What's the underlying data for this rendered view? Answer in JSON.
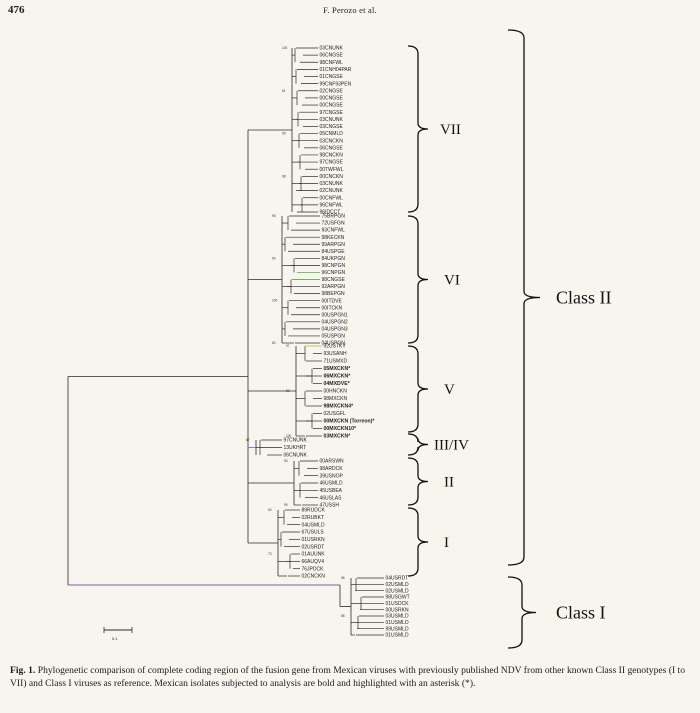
{
  "page_number": "476",
  "running_head": "F. Perozo et al.",
  "figure": {
    "leaves": {
      "VII": [
        "03CNUNK",
        "06CNGSE",
        "98CNFWL",
        "01CNH04PAR",
        "01CNGSE",
        "99CNF93PEN",
        "02CNGSE",
        "00CNGSE",
        "00CNGSE",
        "97CNGSE",
        "03CNUNK",
        "03CNGSE",
        "05CNMLD",
        "03CNCKN",
        "06CNGSE",
        "98CNCKN",
        "97CNGSE",
        "00TWFWL",
        "00CNCKN",
        "03CNUNK",
        "02CNUNK",
        "00CNFWL",
        "96CNFWL",
        "96IDCCT"
      ],
      "VI": [
        "75BRPGN",
        "72USFGN",
        "93CNFWL",
        "98KECKN",
        "99ARPGN",
        "84USPGE",
        "84UKPGN",
        "98CNPGN",
        "96CNPGN",
        "98CNGSE",
        "92ARPGN",
        "98BEPGN",
        "00ITDVE",
        "00ITCKN",
        "00USPGN1",
        "04USPGN2",
        "04USPGN3",
        "05USPGN",
        "04USPGN"
      ],
      "V": [
        "92USTKY",
        "93USANH",
        "71USMXD",
        "05MXCKN*",
        "06MXCKN*",
        "04MXDVE*",
        "00HNCKN",
        "98MXCKN",
        "98MXCKN4*",
        "02USGFL",
        "00MXCKN (Torreon)*",
        "00MXCKN10*",
        "03MXCKN*"
      ],
      "III/IV": [
        "97CNUNK",
        "13UKHRT",
        "06CNUNK"
      ],
      "II": [
        "00ARSWN",
        "98ARDCK",
        "39USNOP",
        "46USMLD",
        "45USBEA",
        "46USLAS",
        "47USSH"
      ],
      "I": [
        "89RUDCK",
        "02RUBKT",
        "04USMLD",
        "67USULS",
        "01USRKN",
        "02USRDT",
        "01AUUNK",
        "66AUQV4",
        "76JPDCK",
        "02CNCKN"
      ],
      "class_I": [
        "04USRDT",
        "02USMLD",
        "02USMLD",
        "98USGWT",
        "01USDCK",
        "00USRKN",
        "03USMLD",
        "01USMLD",
        "99USMLD",
        "01USMLD"
      ]
    },
    "genotype_labels": [
      "VII",
      "VI",
      "V",
      "III/IV",
      "II",
      "I"
    ],
    "class_labels": [
      "Class II",
      "Class I"
    ],
    "bootstrap_values": [
      "100",
      "61",
      "99",
      "98",
      "96",
      "90",
      "100",
      "82",
      "97",
      "52",
      "100",
      "67",
      "53",
      "99",
      "63",
      "73",
      "96",
      "88",
      "63",
      "100",
      "76",
      "92",
      "95",
      "55"
    ],
    "scale_bar_label": "0.1",
    "line_colors": {
      "tree": "#2a2a2a",
      "green": "#3a9a2a",
      "yellow": "#b8b020",
      "purple": "#7a5cb0"
    }
  },
  "caption": {
    "label": "Fig. 1.",
    "text": "Phylogenetic comparison of complete coding region of the fusion gene from Mexican viruses with previously published NDV from other known Class II genotypes (I to VII) and Class I viruses as reference. Mexican isolates subjected to analysis are bold and highlighted with an asterisk (*)."
  }
}
